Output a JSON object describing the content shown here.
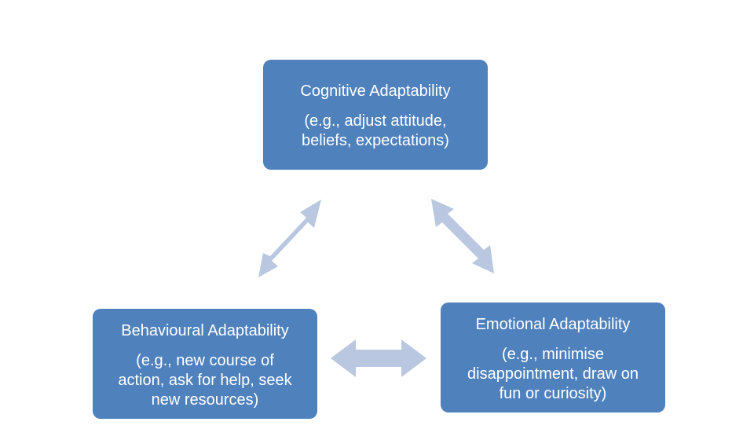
{
  "diagram": {
    "colors": {
      "box_fill": "#4f81bd",
      "box_text": "#ffffff",
      "arrow_fill": "#b9c7e0"
    },
    "nodes": {
      "cognitive": {
        "title": "Cognitive Adaptability",
        "desc_lines": [
          "(e.g., adjust attitude,",
          "beliefs, expectations)"
        ]
      },
      "behavioural": {
        "title": "Behavioural Adaptability",
        "desc_lines": [
          "(e.g., new course of",
          "action, ask for help, seek",
          "new resources)"
        ]
      },
      "emotional": {
        "title": "Emotional Adaptability",
        "desc_lines": [
          "(e.g., minimise",
          "disappointment, draw on",
          "fun or curiosity)"
        ]
      }
    },
    "connections": [
      {
        "from": "cognitive",
        "to": "behavioural",
        "style": "double-arrow"
      },
      {
        "from": "cognitive",
        "to": "emotional",
        "style": "double-arrow"
      },
      {
        "from": "behavioural",
        "to": "emotional",
        "style": "double-arrow"
      }
    ]
  }
}
